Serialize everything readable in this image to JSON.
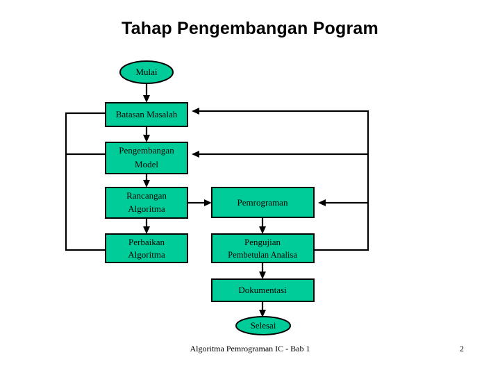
{
  "slide": {
    "title": "Tahap Pengembangan Pogram",
    "background_color": "#FFFFFF",
    "footer_note": "Algoritma Pemrograman IC - Bab 1",
    "page_number": "2"
  },
  "diagram": {
    "type": "flowchart",
    "fill_color": "#00CC99",
    "border_color": "#000000",
    "text_color": "#000000",
    "nodes": [
      {
        "id": "mulai",
        "label": "Mulai",
        "shape": "ellipse"
      },
      {
        "id": "batasan",
        "label": "Batasan Masalah",
        "shape": "rect"
      },
      {
        "id": "pengembangan",
        "label_line1": "Pengembangan",
        "label_line2": "Model",
        "shape": "rect"
      },
      {
        "id": "rancangan",
        "label_line1": "Rancangan",
        "label_line2": "Algoritma",
        "shape": "rect"
      },
      {
        "id": "perbaikan",
        "label_line1": "Perbaikan",
        "label_line2": "Algoritma",
        "shape": "rect"
      },
      {
        "id": "pemrograman",
        "label": "Pemrograman",
        "shape": "rect"
      },
      {
        "id": "pengujian",
        "label_line1": "Pengujian",
        "label_line2": "Pembetulan Analisa",
        "shape": "rect"
      },
      {
        "id": "dokumentasi",
        "label": "Dokumentasi",
        "shape": "rect"
      },
      {
        "id": "selesai",
        "label": "Selesai",
        "shape": "ellipse"
      }
    ],
    "edges": [
      {
        "from": "mulai",
        "to": "batasan"
      },
      {
        "from": "batasan",
        "to": "pengembangan"
      },
      {
        "from": "pengembangan",
        "to": "rancangan"
      },
      {
        "from": "rancangan",
        "to": "pemrograman"
      },
      {
        "from": "rancangan",
        "to": "perbaikan"
      },
      {
        "from": "pemrograman",
        "to": "pengujian"
      },
      {
        "from": "pengujian",
        "to": "dokumentasi"
      },
      {
        "from": "dokumentasi",
        "to": "selesai"
      },
      {
        "from": "perbaikan",
        "to": "batasan",
        "style": "feedback-left"
      },
      {
        "from": "perbaikan",
        "to": "pengembangan",
        "style": "feedback-left"
      },
      {
        "from": "pengujian",
        "to": "batasan",
        "style": "feedback-right"
      },
      {
        "from": "pengujian",
        "to": "pengembangan",
        "style": "feedback-right"
      },
      {
        "from": "pengujian",
        "to": "pemrograman",
        "style": "feedback-right"
      }
    ]
  }
}
